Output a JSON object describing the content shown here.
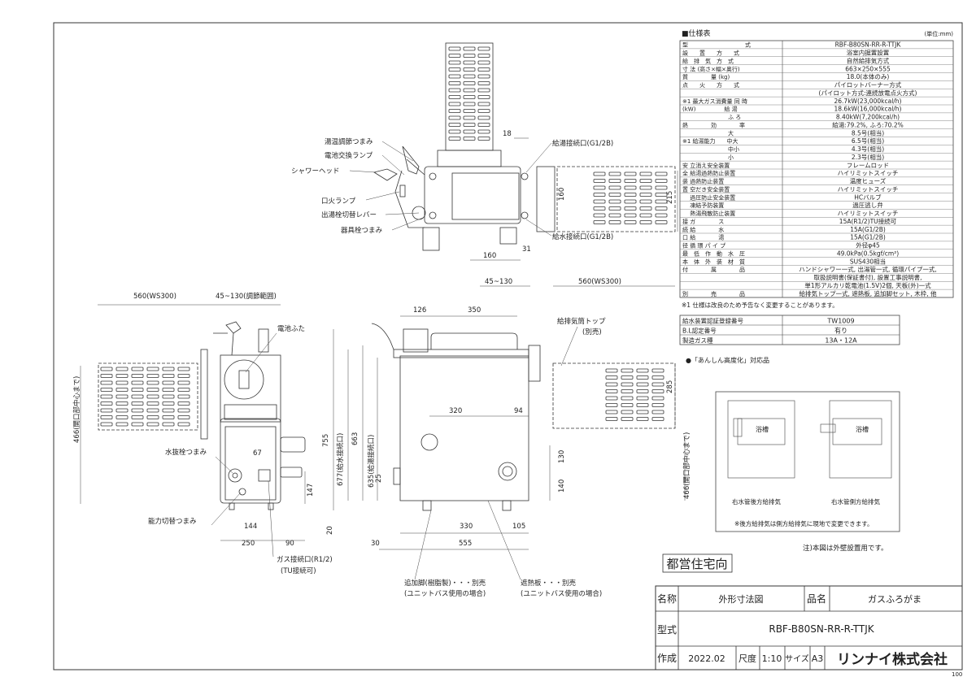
{
  "spec": {
    "heading": "■仕様表",
    "unit": "(単位:mm)",
    "rows": [
      {
        "label": "型　　　　　　　　　　式",
        "value": "RBF-B80SN-RR-R-TTJK"
      },
      {
        "label": "設　　置　　方　　式",
        "value": "浴室内据置設置"
      },
      {
        "label": "給　排　気　方　式",
        "value": "自然給排気方式"
      },
      {
        "label": "寸 法 (高さ×幅×奥行)",
        "value": "663×250×555"
      },
      {
        "label": "質　　　　量 (kg)",
        "value": "18.0(本体のみ)"
      },
      {
        "label": "点　　火　　方　　式",
        "value": "パイロットバーナー方式"
      },
      {
        "label": "",
        "value": "(パイロット方式:連続放電点火方式)"
      },
      {
        "label": "※1 最大ガス消費量 同 時",
        "value": "26.7kW(23,000kcal/h)"
      },
      {
        "label": "(kW)　　　　　給 湯",
        "value": "18.6kW(16,000kcal/h)"
      },
      {
        "label": "　　　　　　　　ふ ろ",
        "value": "8.40kW(7,200kcal/h)"
      },
      {
        "label": "熱　　　　効　　　　率",
        "value": "給湯:79.2%, ふろ:70.2%"
      },
      {
        "label": "　　　　　　　　大",
        "value": "8.5号(相当)"
      },
      {
        "label": "※1 給湯能力　　中大",
        "value": "6.5号(相当)"
      },
      {
        "label": "　　　　　　　　中小",
        "value": "4.3号(相当)"
      },
      {
        "label": "　　　　　　　　小",
        "value": "2.3号(相当)"
      },
      {
        "label": "安 立消え安全装置",
        "value": "フレームロッド"
      },
      {
        "label": "全 給湯過熱防止装置",
        "value": "ハイリミットスイッチ"
      },
      {
        "label": "装 過熱防止装置",
        "value": "温度ヒューズ"
      },
      {
        "label": "置 空だき安全装置",
        "value": "ハイリミットスイッチ"
      },
      {
        "label": "　 過圧防止安全装置",
        "value": "HCバルブ"
      },
      {
        "label": "　 凍結予防装置",
        "value": "過圧逃し弁"
      },
      {
        "label": "　 熱湯飛散防止装置",
        "value": "ハイリミットスイッチ"
      },
      {
        "label": "接 ガ　　　　ス",
        "value": "15A(R1/2)TU接続可"
      },
      {
        "label": "続 給　　　　水",
        "value": "15A(G1/2B)"
      },
      {
        "label": "口 給　　　　湯",
        "value": "15A(G1/2B)"
      },
      {
        "label": "径 循 環 パ イ プ",
        "value": "外径φ45"
      },
      {
        "label": "最　低　作　動　水　圧",
        "value": "49.0kPa(0.5kgf/cm²)"
      },
      {
        "label": "本　体　外　装　材　質",
        "value": "SUS430相当"
      },
      {
        "label": "付　　　　属　　　　品",
        "value": "ハンドシャワー一式, 出湯管一式, 循環パイプ一式,"
      },
      {
        "label": "",
        "value": "取扱説明書(保証書付), 設置工事説明書,"
      },
      {
        "label": "",
        "value": "単1形アルカリ乾電池(1.5V)2個, 天板(外)一式"
      },
      {
        "label": "別　　　　売　　　　品",
        "value": "給排気トップ一式, 遮熱板, 追加脚セット, 木枠, 他"
      }
    ],
    "note": "※1 仕様は改良のため予告なく変更することがあります。",
    "cert_rows": [
      {
        "label": "給水装置認証登録番号",
        "value": "TW1009"
      },
      {
        "label": "B.L認定番号",
        "value": "有り"
      },
      {
        "label": "製造ガス種",
        "value": "13A・12A"
      }
    ],
    "anshin": "●「あんしん高度化」対応品"
  },
  "layout_boxes": {
    "labels": [
      "浴槽",
      "浴槽"
    ],
    "captions": [
      "右水管後方給排気",
      "右水管側方給排気"
    ],
    "note": "※後方給排気は側方給排気に現地で変更できます。"
  },
  "install_note": "注)本図は外壁設置用です。",
  "stamp": "都営住宅向",
  "top_view": {
    "labels": [
      "湯温調節つまみ",
      "電池交換ランプ",
      "シャワーヘッド",
      "口火ランプ",
      "出湯栓切替レバー",
      "器具栓つまみ",
      "給湯接続口(G1/2B)",
      "給水接続口(G1/2B)"
    ],
    "dims": [
      "18",
      "160",
      "215",
      "31",
      "160"
    ]
  },
  "left_view": {
    "labels": [
      "電池ふた",
      "水抜栓つまみ",
      "能力切替つまみ",
      "ガス接続口(R1/2)",
      "(TU接続可)"
    ],
    "dims": [
      "560(WS300)",
      "45~130(調節範囲)",
      "466(開口部中心まで)",
      "67",
      "147",
      "144",
      "250",
      "90"
    ]
  },
  "front_view": {
    "labels": [
      "給排気筒トップ",
      "(別売)",
      "追加脚(樹脂製)・・・別売",
      "(ユニットバス使用の場合)",
      "遮熱板・・・別売",
      "(ユニットバス使用の場合)"
    ],
    "dims": [
      "45~130",
      "560(WS300)",
      "126",
      "350",
      "755",
      "677(給水接続口)",
      "663",
      "635(給湯接続口)",
      "320",
      "94",
      "285",
      "130",
      "140",
      "466(開口部中心まで)",
      "25",
      "20",
      "30",
      "330",
      "105",
      "555"
    ]
  },
  "title_block": {
    "name_label": "名称",
    "name_value": "外形寸法図",
    "product_label": "品名",
    "product_value": "ガスふろがま",
    "model_label": "型式",
    "model_value": "RBF-B80SN-RR-R-TTJK",
    "made_label": "作成",
    "date": "2022.02",
    "scale_label": "尺度",
    "scale_value": "1:10",
    "size_label": "サイズ",
    "size_value": "A3",
    "company": "リンナイ株式会社"
  },
  "page_id": "100"
}
